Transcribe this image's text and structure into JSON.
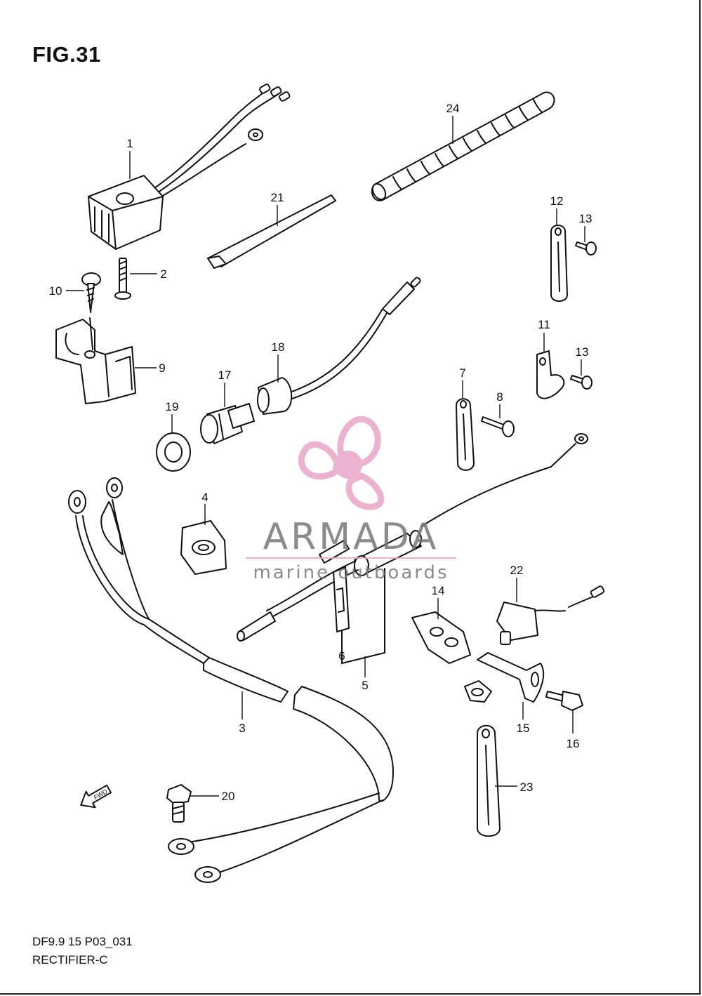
{
  "figure": {
    "title": "FIG.31",
    "code": "DF9.9 15 P03_031",
    "name": "RECTIFIER-C"
  },
  "watermark": {
    "brand": "ARMADA",
    "tagline": "marine outboards",
    "logo_color": "#e8a6c8"
  },
  "fwd_label": "FWD",
  "callouts": [
    "1",
    "2",
    "3",
    "4",
    "5",
    "6",
    "7",
    "8",
    "9",
    "10",
    "11",
    "12",
    "13",
    "13",
    "14",
    "15",
    "16",
    "17",
    "18",
    "19",
    "20",
    "21",
    "22",
    "23",
    "24"
  ]
}
